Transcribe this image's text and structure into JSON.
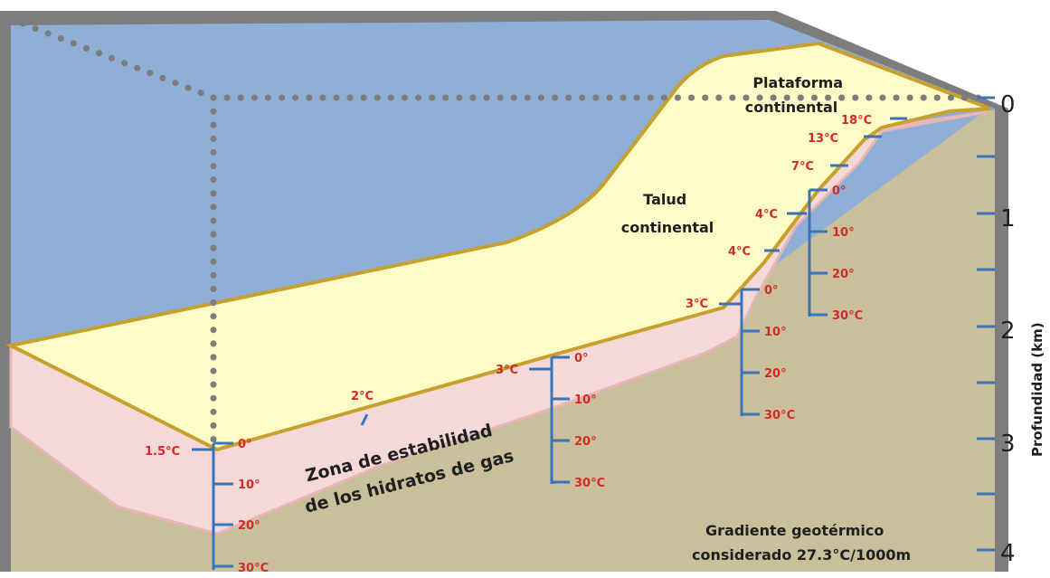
{
  "regions": {
    "plataforma": "Plataforma continental",
    "talud": "Talud continental",
    "zona_line1": "Zona de estabilidad",
    "zona_line2": "de los hidratos de gas",
    "gradiente_line1": "Gradiente geotérmico",
    "gradiente_line2": "considerado 27.3°C/1000m"
  },
  "depth_axis": {
    "title": "Profundidad (km)",
    "labels": [
      "0",
      "1",
      "2",
      "3",
      "4"
    ]
  },
  "water_temperatures": [
    "18°C",
    "13°C",
    "7°C",
    "4°C",
    "4°C",
    "3°C",
    "3°C",
    "2°C",
    "1.5°C"
  ],
  "profiles": [
    {
      "name": "profile-left",
      "labels": [
        "0°",
        "10°",
        "20°",
        "30°C"
      ]
    },
    {
      "name": "profile-middle",
      "labels": [
        "0°",
        "10°",
        "20°",
        "30°C"
      ]
    },
    {
      "name": "profile-lower-slope",
      "labels": [
        "0°",
        "10°",
        "20°",
        "30°C"
      ]
    },
    {
      "name": "profile-upper-slope",
      "labels": [
        "0°",
        "10°",
        "20°",
        "30°C"
      ]
    }
  ],
  "colors": {
    "ocean": "#8fafd6",
    "sediment_top": "#fdfbc6",
    "hydrate_zone": "#f5d9d9",
    "seafloor_earth": "#c9bf9a",
    "box_frame": "#7d7d7d",
    "labels_red": "#d42a2a",
    "ticks_blue": "#3a73b8"
  }
}
